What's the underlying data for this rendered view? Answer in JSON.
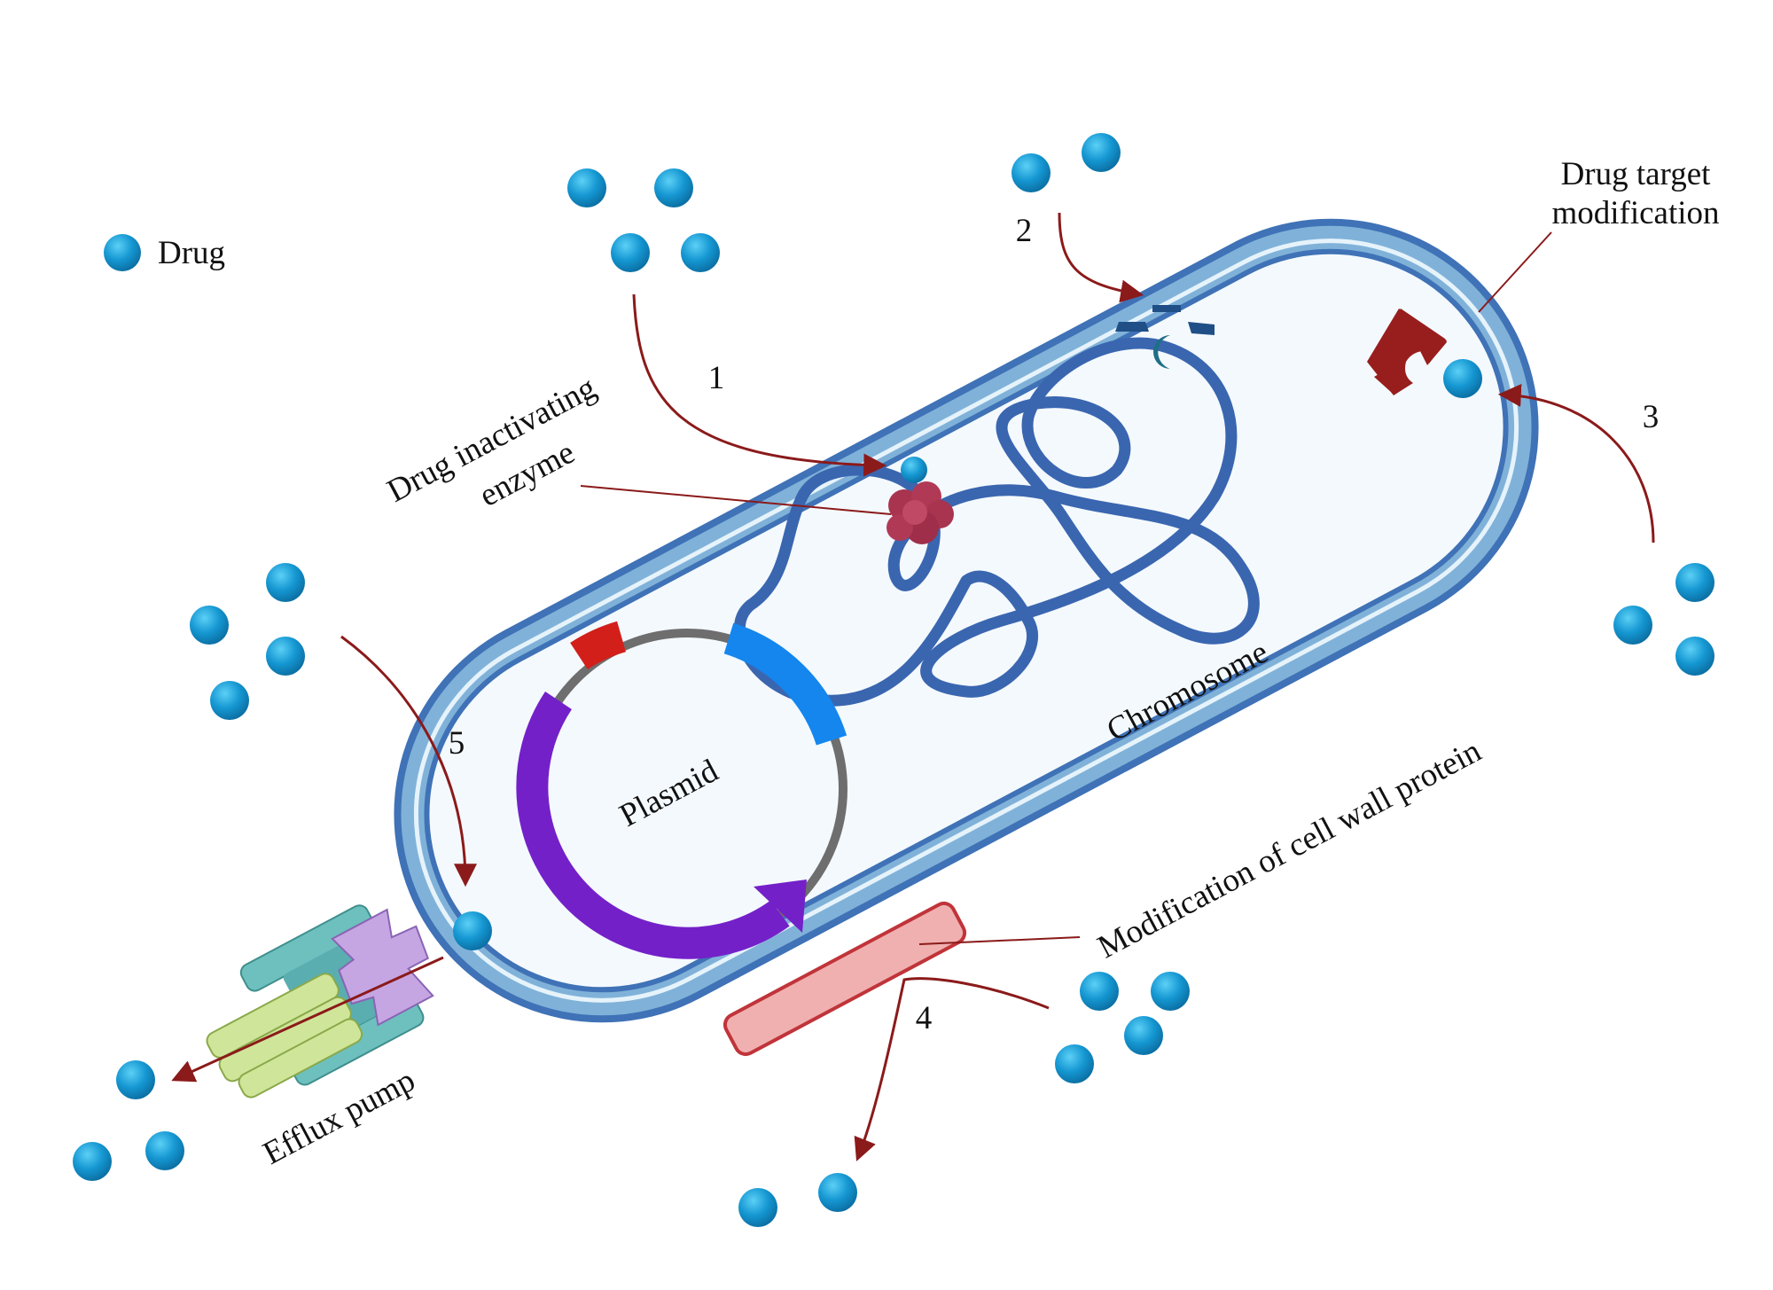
{
  "legend": {
    "drug_label": "Drug"
  },
  "labels": {
    "drug_inactivating_line1": "Drug inactivating",
    "drug_inactivating_line2": "enzyme",
    "drug_target_line1": "Drug target",
    "drug_target_line2": "modification",
    "chromosome": "Chromosome",
    "plasmid": "Plasmid",
    "cell_wall": "Modification of cell wall protein",
    "efflux_pump": "Efflux pump"
  },
  "mechanism_numbers": {
    "n1": "1",
    "n2": "2",
    "n3": "3",
    "n4": "4",
    "n5": "5"
  },
  "colors": {
    "drug": "#1195cf",
    "drug_light": "#4dc2ef",
    "membrane_outer": "#3f72b6",
    "membrane_mid": "#7fb1d9",
    "membrane_line": "#d9ecf8",
    "cytoplasm": "#f4f9fd",
    "chromosome": "#3a66b0",
    "arrow": "#8b1a1a",
    "plasmid_gray": "#6e6e6e",
    "plasmid_purple": "#7420c9",
    "plasmid_blue": "#1486ee",
    "plasmid_red": "#d21f1a",
    "enzyme": "#a83450",
    "target": "#981e1e",
    "ribosome": "#1f4f86",
    "cell_wall_protein": "#f0b0b0",
    "pump_green": "#cfe69a",
    "pump_teal": "#6dc0be",
    "pump_purple": "#c5a6e2"
  }
}
